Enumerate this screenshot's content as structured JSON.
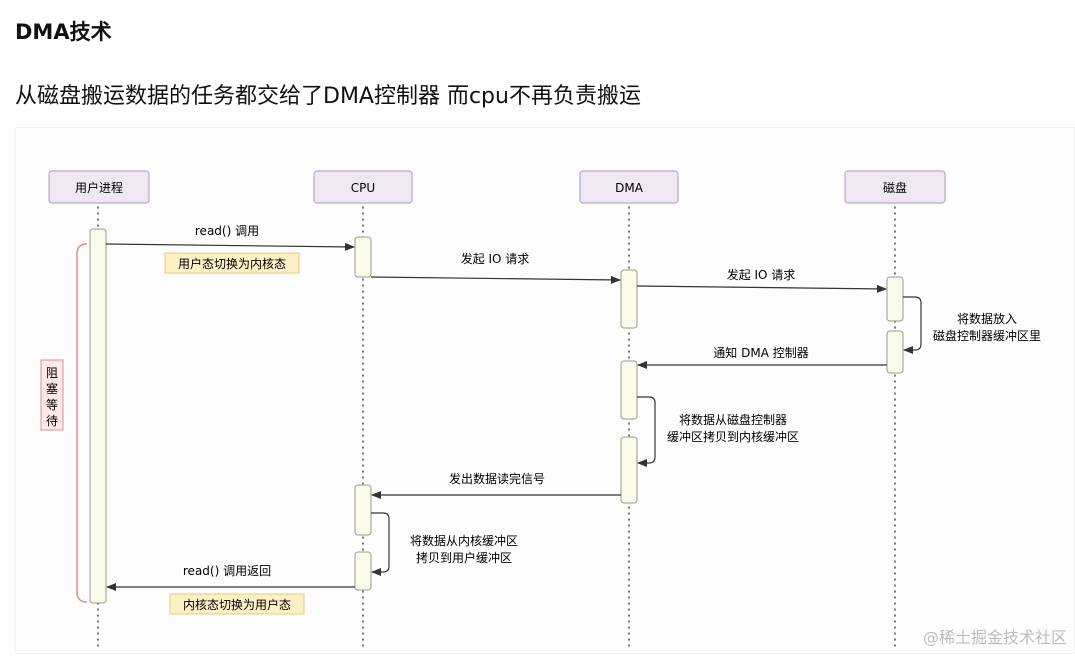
{
  "page": {
    "heading": "DMA技术",
    "subtitle": "从磁盘搬运数据的任务都交给了DMA控制器  而cpu不再负责搬运"
  },
  "diagram": {
    "participants": [
      "用户进程",
      "CPU",
      "DMA",
      "磁盘"
    ],
    "messages": {
      "read_call": "read() 调用",
      "io_request_cpu": "发起 IO 请求",
      "io_request_dma": "发起 IO 请求",
      "notify_dma": "通知 DMA 控制器",
      "signal_read_done": "发出数据读完信号",
      "read_return": "read() 调用返回"
    },
    "notes": {
      "user_to_kernel": "用户态切换为内核态",
      "kernel_to_user": "内核态切换为用户态",
      "disk_self_line1": "将数据放入",
      "disk_self_line2": "磁盘控制器缓冲区里",
      "dma_self_line1": "将数据从磁盘控制器",
      "dma_self_line2": "缓冲区拷贝到内核缓冲区",
      "cpu_self_line1": "将数据从内核缓冲区",
      "cpu_self_line2": "拷贝到用户缓冲区",
      "blocking_1": "阻",
      "blocking_2": "塞",
      "blocking_3": "等",
      "blocking_4": "待"
    },
    "colors": {
      "participant_fill": "#efe8f3",
      "participant_border": "#b9a8c6",
      "activation_fill": "#fbfbec",
      "note_fill": "#fdf0c4",
      "note_border": "#e6c97a",
      "brace": "#e88a8a",
      "blocking_fill": "#fde9e9",
      "arrow": "#333333"
    }
  },
  "watermark": "@稀土掘金技术社区"
}
